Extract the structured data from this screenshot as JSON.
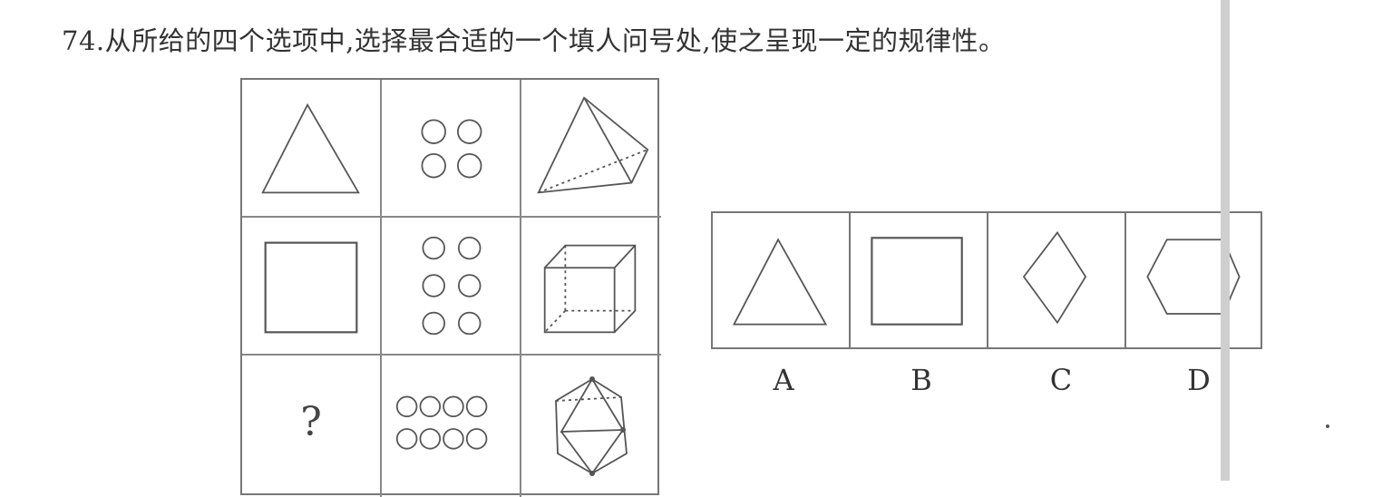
{
  "question": {
    "text": "74.从所给的四个选项中,选择最合适的一个填人问号处,使之呈现一定的规律性。"
  },
  "grid": {
    "cells": [
      {
        "id": "r1c1",
        "shape": "triangle-icon"
      },
      {
        "id": "r1c2",
        "shape": "four-circles-icon"
      },
      {
        "id": "r1c3",
        "shape": "tetrahedron-icon"
      },
      {
        "id": "r2c1",
        "shape": "square-icon"
      },
      {
        "id": "r2c2",
        "shape": "six-circles-icon"
      },
      {
        "id": "r2c3",
        "shape": "cube-icon"
      },
      {
        "id": "r3c1",
        "shape": "question-mark",
        "text": "?"
      },
      {
        "id": "r3c2",
        "shape": "eight-circles-icon"
      },
      {
        "id": "r3c3",
        "shape": "octahedron-icon"
      }
    ]
  },
  "options": [
    {
      "label": "A",
      "shape": "triangle-icon"
    },
    {
      "label": "B",
      "shape": "square-icon"
    },
    {
      "label": "C",
      "shape": "rhombus-icon"
    },
    {
      "label": "D",
      "shape": "hexagon-icon"
    }
  ],
  "colors": {
    "line": "#555555",
    "border": "#777777",
    "background": "#ffffff"
  }
}
